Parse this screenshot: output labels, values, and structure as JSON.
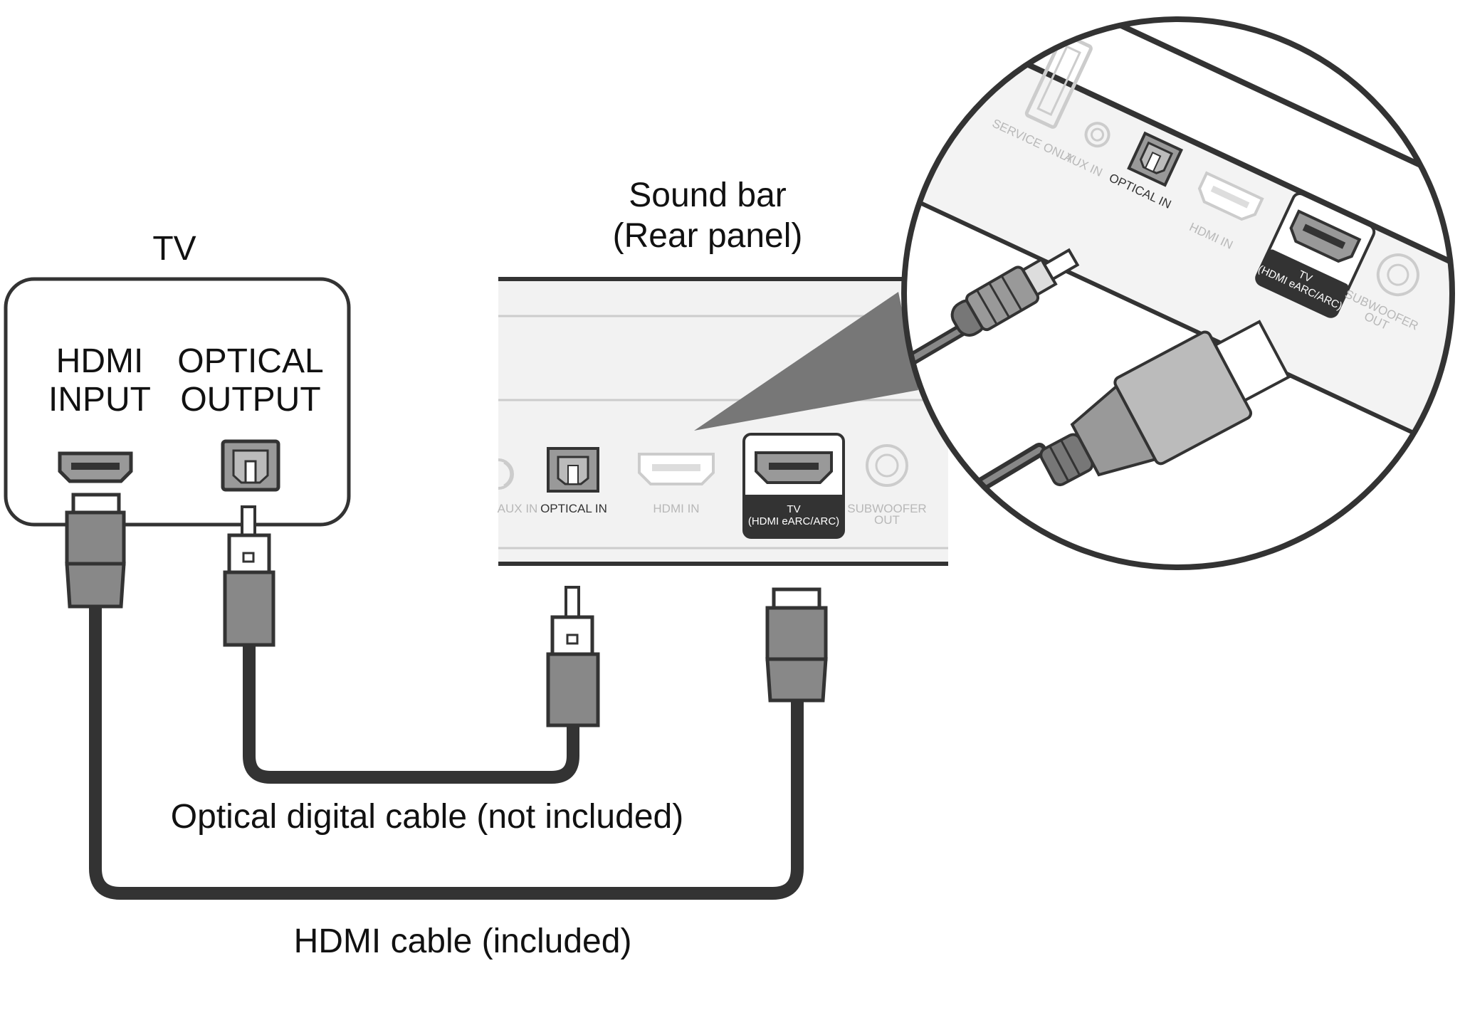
{
  "tv": {
    "title": "TV",
    "hdmi_label_line1": "HDMI",
    "hdmi_label_line2": "INPUT",
    "optical_label_line1": "OPTICAL",
    "optical_label_line2": "OUTPUT"
  },
  "soundbar": {
    "title_line1": "Sound bar",
    "title_line2": "(Rear panel)",
    "ports": {
      "aux_in": "AUX IN",
      "optical_in": "OPTICAL IN",
      "hdmi_in": "HDMI IN",
      "tv_line1": "TV",
      "tv_line2": "(HDMI eARC/ARC)",
      "sub_line1": "SUBWOOFER",
      "sub_line2": "OUT"
    }
  },
  "zoom": {
    "service_only": "SERVICE ONLY",
    "aux_in": "AUX IN",
    "optical_in": "OPTICAL IN",
    "hdmi_in": "HDMI IN",
    "tv_line1": "TV",
    "tv_line2": "(HDMI eARC/ARC)",
    "sub_line1": "SUBWOOFER",
    "sub_line2": "OUT"
  },
  "cables": {
    "optical_caption": "Optical digital cable (not included)",
    "hdmi_caption": "HDMI cable (included)"
  }
}
